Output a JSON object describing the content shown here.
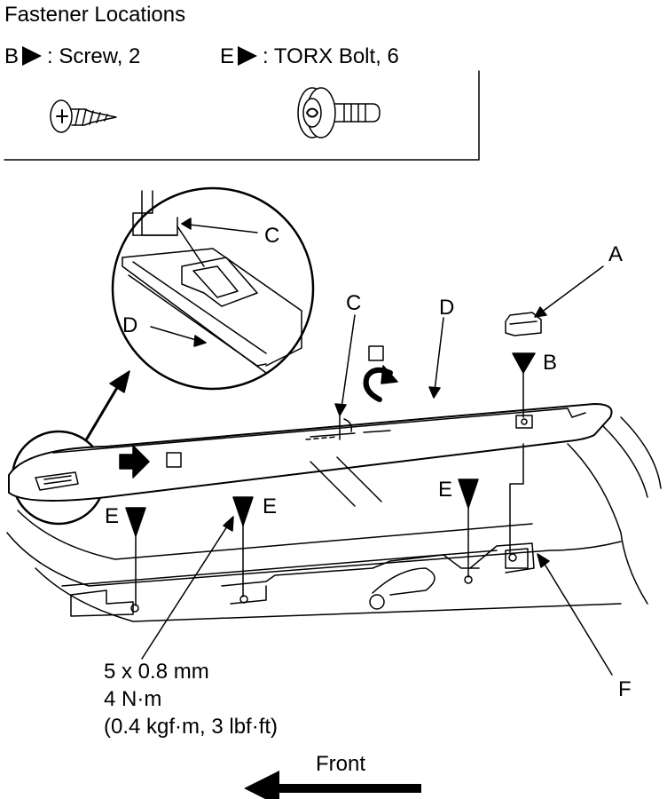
{
  "legend": {
    "title": "Fastener Locations",
    "items": [
      {
        "key": "B",
        "label": ": Screw, 2"
      },
      {
        "key": "E",
        "label": ": TORX Bolt, 6"
      }
    ]
  },
  "callouts": {
    "A": "A",
    "B": "B",
    "C": "C",
    "D": "D",
    "E": "E",
    "F": "F"
  },
  "torque_spec": {
    "size": "5 x 0.8 mm",
    "torque_nm": "4 N·m",
    "torque_alt": "(0.4 kgf·m, 3 lbf·ft)"
  },
  "direction": {
    "label": "Front"
  },
  "colors": {
    "line": "#000000",
    "background": "#ffffff"
  }
}
